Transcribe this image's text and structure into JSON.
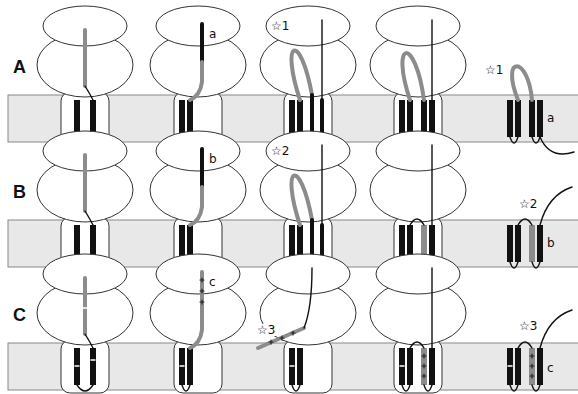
{
  "diagram": {
    "labels": [
      "A",
      "a",
      "☆1",
      "☆1",
      "a",
      "B",
      "b",
      "☆2",
      "☆2",
      "b",
      "C",
      "c",
      "☆3",
      "☆3",
      "c"
    ]
  }
}
